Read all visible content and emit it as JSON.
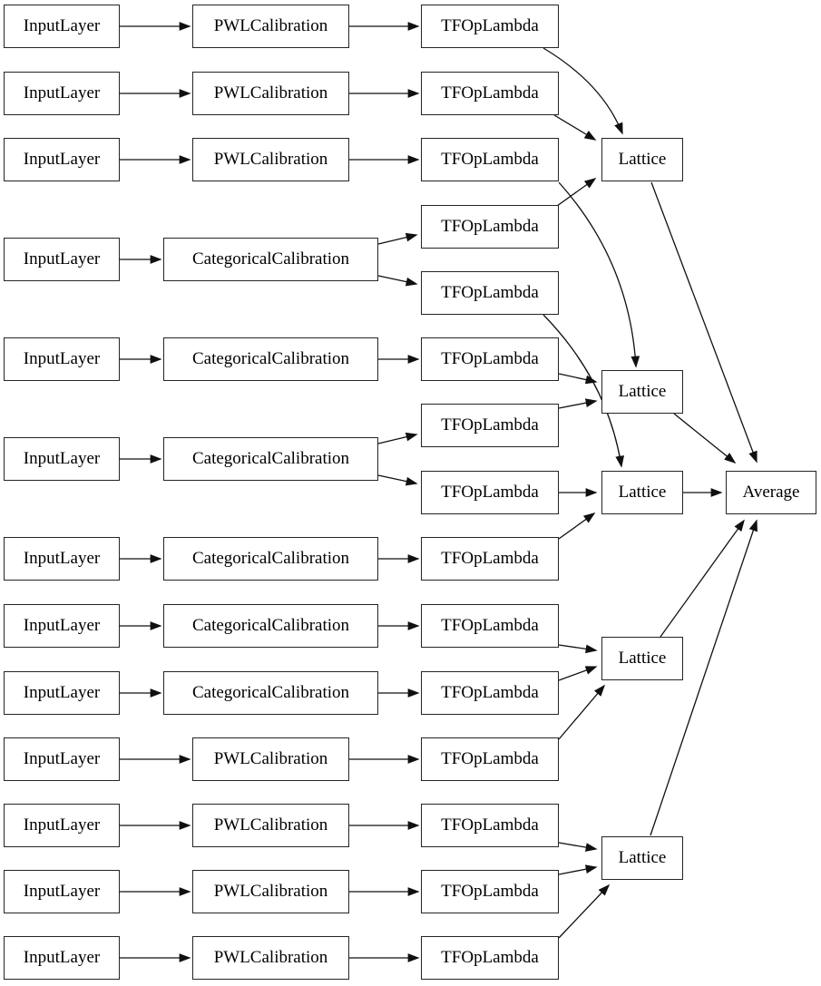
{
  "diagram": {
    "kind": "keras-model-architecture-graph",
    "background_color": "#ffffff",
    "node_fill_color": "#ffffff",
    "node_border_color": "#242424",
    "edge_color": "#101010",
    "labels": {
      "input": "InputLayer",
      "pwl": "PWLCalibration",
      "categorical": "CategoricalCalibration",
      "tfop": "TFOpLambda",
      "lattice": "Lattice",
      "average": "Average"
    },
    "graph": {
      "nodes": [
        {
          "id": "in1",
          "label": "InputLayer"
        },
        {
          "id": "in2",
          "label": "InputLayer"
        },
        {
          "id": "in3",
          "label": "InputLayer"
        },
        {
          "id": "in4",
          "label": "InputLayer"
        },
        {
          "id": "in5",
          "label": "InputLayer"
        },
        {
          "id": "in6",
          "label": "InputLayer"
        },
        {
          "id": "in7",
          "label": "InputLayer"
        },
        {
          "id": "in8",
          "label": "InputLayer"
        },
        {
          "id": "in9",
          "label": "InputLayer"
        },
        {
          "id": "in10",
          "label": "InputLayer"
        },
        {
          "id": "in11",
          "label": "InputLayer"
        },
        {
          "id": "in12",
          "label": "InputLayer"
        },
        {
          "id": "in13",
          "label": "InputLayer"
        },
        {
          "id": "cal1",
          "label": "PWLCalibration"
        },
        {
          "id": "cal2",
          "label": "PWLCalibration"
        },
        {
          "id": "cal3",
          "label": "PWLCalibration"
        },
        {
          "id": "cal4",
          "label": "CategoricalCalibration"
        },
        {
          "id": "cal5",
          "label": "CategoricalCalibration"
        },
        {
          "id": "cal6",
          "label": "CategoricalCalibration"
        },
        {
          "id": "cal7",
          "label": "CategoricalCalibration"
        },
        {
          "id": "cal8",
          "label": "CategoricalCalibration"
        },
        {
          "id": "cal9",
          "label": "CategoricalCalibration"
        },
        {
          "id": "cal10",
          "label": "PWLCalibration"
        },
        {
          "id": "cal11",
          "label": "PWLCalibration"
        },
        {
          "id": "cal12",
          "label": "PWLCalibration"
        },
        {
          "id": "cal13",
          "label": "PWLCalibration"
        },
        {
          "id": "tf1",
          "label": "TFOpLambda"
        },
        {
          "id": "tf2",
          "label": "TFOpLambda"
        },
        {
          "id": "tf3",
          "label": "TFOpLambda"
        },
        {
          "id": "tf4",
          "label": "TFOpLambda"
        },
        {
          "id": "tf5",
          "label": "TFOpLambda"
        },
        {
          "id": "tf6",
          "label": "TFOpLambda"
        },
        {
          "id": "tf7",
          "label": "TFOpLambda"
        },
        {
          "id": "tf8",
          "label": "TFOpLambda"
        },
        {
          "id": "tf9",
          "label": "TFOpLambda"
        },
        {
          "id": "tf10",
          "label": "TFOpLambda"
        },
        {
          "id": "tf11",
          "label": "TFOpLambda"
        },
        {
          "id": "tf12",
          "label": "TFOpLambda"
        },
        {
          "id": "tf13",
          "label": "TFOpLambda"
        },
        {
          "id": "tf14",
          "label": "TFOpLambda"
        },
        {
          "id": "tf15",
          "label": "TFOpLambda"
        },
        {
          "id": "lat1",
          "label": "Lattice"
        },
        {
          "id": "lat2",
          "label": "Lattice"
        },
        {
          "id": "lat3",
          "label": "Lattice"
        },
        {
          "id": "lat4",
          "label": "Lattice"
        },
        {
          "id": "lat5",
          "label": "Lattice"
        },
        {
          "id": "avg",
          "label": "Average"
        }
      ],
      "edges": [
        [
          "in1",
          "cal1"
        ],
        [
          "in2",
          "cal2"
        ],
        [
          "in3",
          "cal3"
        ],
        [
          "in4",
          "cal4"
        ],
        [
          "in5",
          "cal5"
        ],
        [
          "in6",
          "cal6"
        ],
        [
          "in7",
          "cal7"
        ],
        [
          "in8",
          "cal8"
        ],
        [
          "in9",
          "cal9"
        ],
        [
          "in10",
          "cal10"
        ],
        [
          "in11",
          "cal11"
        ],
        [
          "in12",
          "cal12"
        ],
        [
          "in13",
          "cal13"
        ],
        [
          "cal1",
          "tf1"
        ],
        [
          "cal2",
          "tf2"
        ],
        [
          "cal3",
          "tf3"
        ],
        [
          "cal4",
          "tf4"
        ],
        [
          "cal4",
          "tf5"
        ],
        [
          "cal5",
          "tf6"
        ],
        [
          "cal6",
          "tf7"
        ],
        [
          "cal6",
          "tf8"
        ],
        [
          "cal7",
          "tf9"
        ],
        [
          "cal8",
          "tf10"
        ],
        [
          "cal9",
          "tf11"
        ],
        [
          "cal10",
          "tf12"
        ],
        [
          "cal11",
          "tf13"
        ],
        [
          "cal12",
          "tf14"
        ],
        [
          "cal13",
          "tf15"
        ],
        [
          "tf1",
          "lat1"
        ],
        [
          "tf2",
          "lat1"
        ],
        [
          "tf4",
          "lat1"
        ],
        [
          "tf3",
          "lat2"
        ],
        [
          "tf6",
          "lat2"
        ],
        [
          "tf7",
          "lat2"
        ],
        [
          "tf5",
          "lat3"
        ],
        [
          "tf8",
          "lat3"
        ],
        [
          "tf9",
          "lat3"
        ],
        [
          "tf10",
          "lat4"
        ],
        [
          "tf11",
          "lat4"
        ],
        [
          "tf12",
          "lat4"
        ],
        [
          "tf13",
          "lat5"
        ],
        [
          "tf14",
          "lat5"
        ],
        [
          "tf15",
          "lat5"
        ],
        [
          "lat1",
          "avg"
        ],
        [
          "lat2",
          "avg"
        ],
        [
          "lat3",
          "avg"
        ],
        [
          "lat4",
          "avg"
        ],
        [
          "lat5",
          "avg"
        ]
      ]
    }
  }
}
